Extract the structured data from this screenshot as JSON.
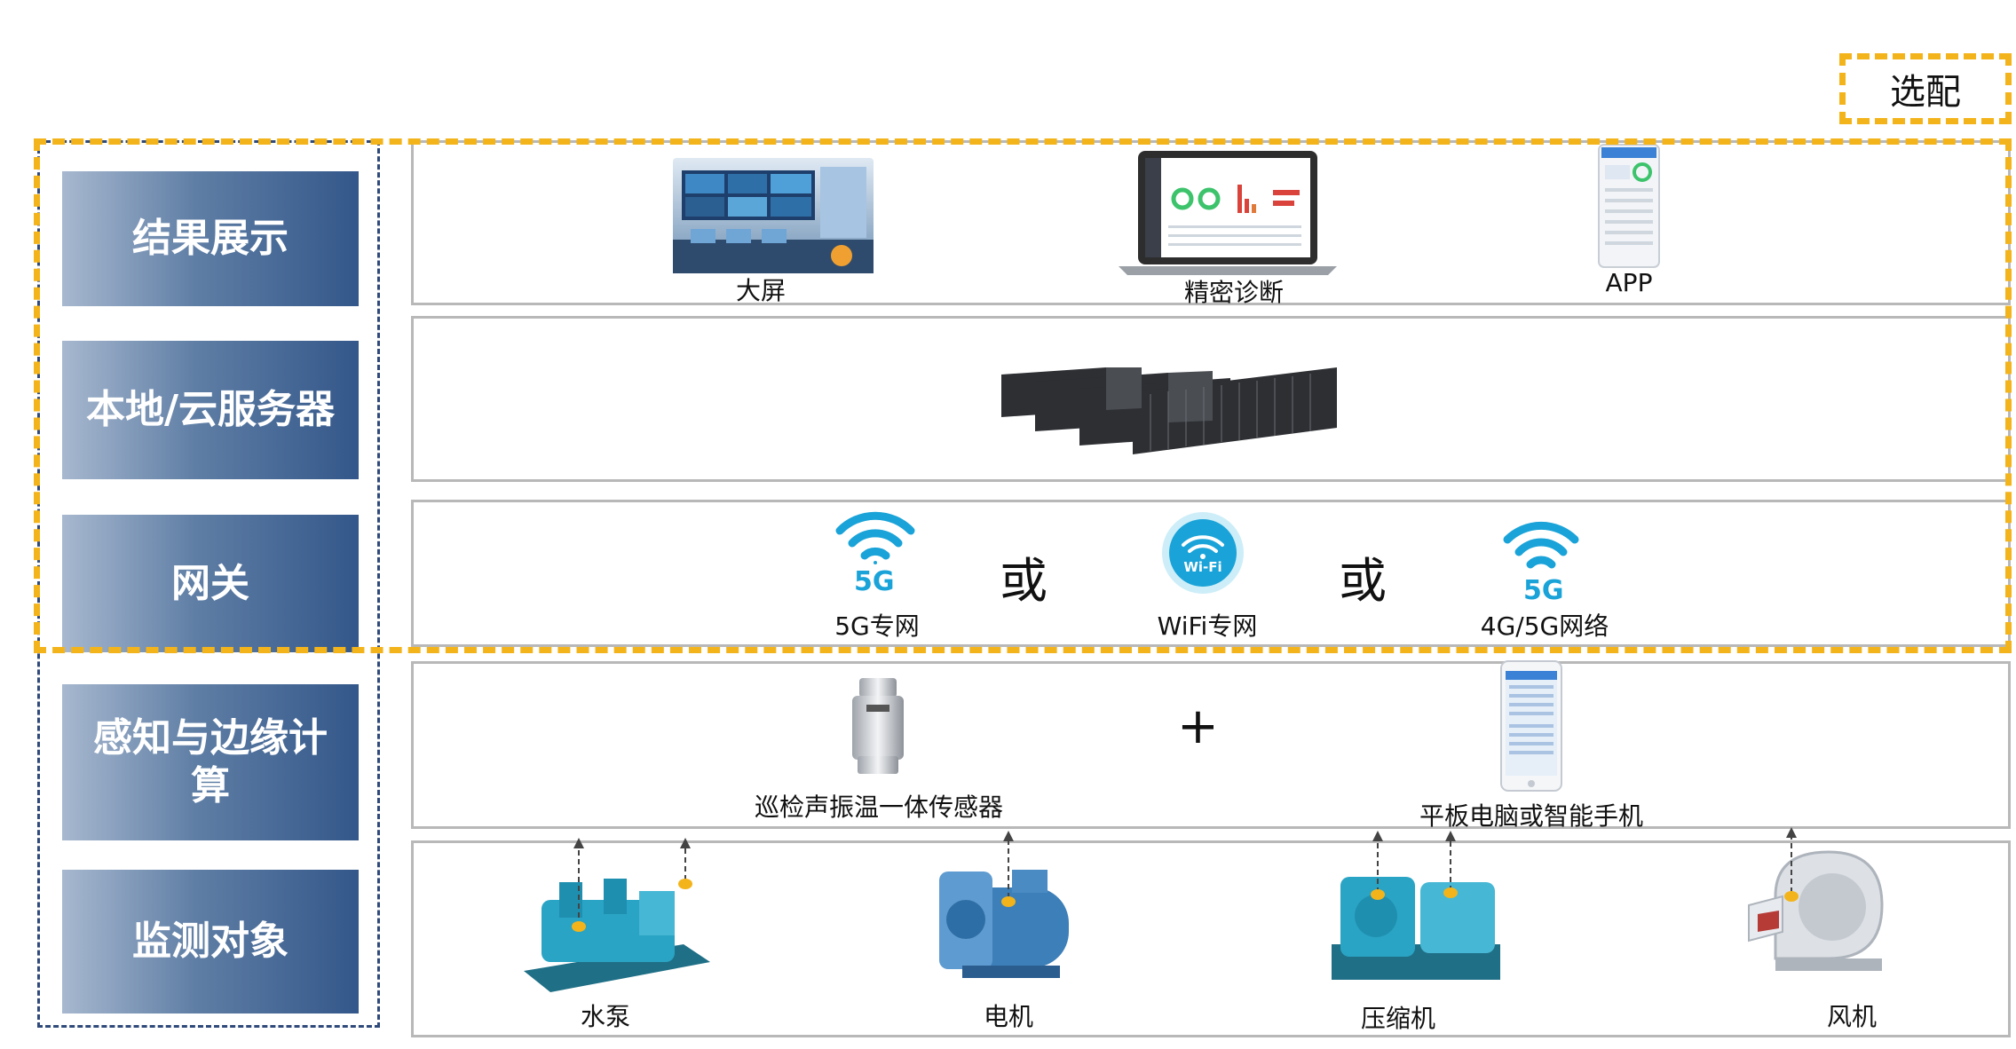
{
  "optional_tag": "选配",
  "layers": [
    {
      "label": "结果展示"
    },
    {
      "label": "本地/云服务器"
    },
    {
      "label": "网关"
    },
    {
      "label": "感知与边缘计算"
    },
    {
      "label": "监测对象"
    }
  ],
  "display_row": {
    "items": [
      {
        "label": "大屏",
        "icon": "big-screen-image"
      },
      {
        "label": "精密诊断",
        "icon": "laptop-dashboard-image"
      },
      {
        "label": "APP",
        "icon": "phone-app-image"
      }
    ]
  },
  "server_row": {
    "icon": "server-racks-image"
  },
  "gateway_row": {
    "items": [
      {
        "label": "5G专网",
        "badge": "5G",
        "icon": "wifi-5g-icon"
      },
      {
        "label": "WiFi专网",
        "badge": "Wi-Fi",
        "icon": "wifi-circle-icon"
      },
      {
        "label": "4G/5G网络",
        "badge": "5G",
        "icon": "wifi-5g-icon"
      }
    ],
    "separator": "或"
  },
  "sensing_row": {
    "items": [
      {
        "label": "巡检声振温一体传感器",
        "icon": "sensor-image"
      },
      {
        "label": "平板电脑或智能手机",
        "icon": "tablet-image"
      }
    ],
    "operator": "+"
  },
  "objects_row": {
    "items": [
      {
        "label": "水泵",
        "icon": "water-pump-image"
      },
      {
        "label": "电机",
        "icon": "motor-image"
      },
      {
        "label": "压缩机",
        "icon": "compressor-image"
      },
      {
        "label": "风机",
        "icon": "fan-image"
      }
    ]
  },
  "colors": {
    "optional_dash": "#f3b41b",
    "layer_dark": "#33578a",
    "layer_light": "#a7b8cf",
    "wifi_blue": "#1aa3d8"
  }
}
